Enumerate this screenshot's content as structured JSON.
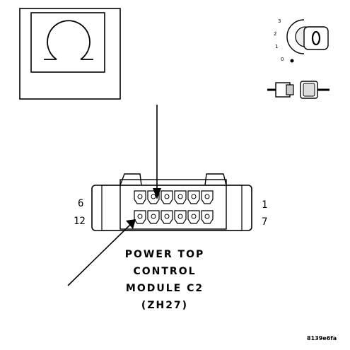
{
  "meter_symbol": "Ω",
  "ignition": {
    "positions": [
      "3",
      "2",
      "1",
      "0"
    ],
    "key_label": "O"
  },
  "connector": {
    "pins_top": [
      "6",
      "1"
    ],
    "pins_bottom": [
      "12",
      "7"
    ],
    "title_lines": [
      "POWER TOP",
      "CONTROL",
      "MODULE C2",
      "(ZH27)"
    ]
  },
  "figure_code": "8139e6fa"
}
